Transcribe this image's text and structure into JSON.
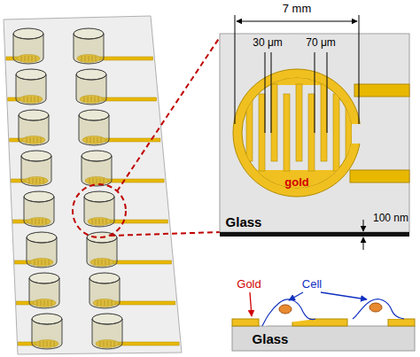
{
  "diagram": {
    "labels": [
      "7 mm",
      "30 μm",
      "70 μm",
      "gold",
      "Glass",
      "100 nm",
      "Gold",
      "Cell",
      "Glass"
    ]
  }
}
